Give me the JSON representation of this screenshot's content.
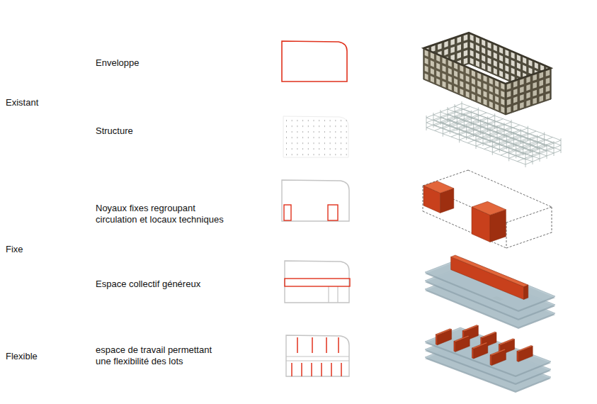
{
  "diagram": {
    "labels": [
      "Enveloppe",
      "Existant",
      "Structure",
      "Noyaux fixes regroupant circulation et locaux techniques",
      "Fixe",
      "Espace collectif généreux",
      "Flexible",
      "espace de travail permettant une flexibilité des lots"
    ]
  }
}
